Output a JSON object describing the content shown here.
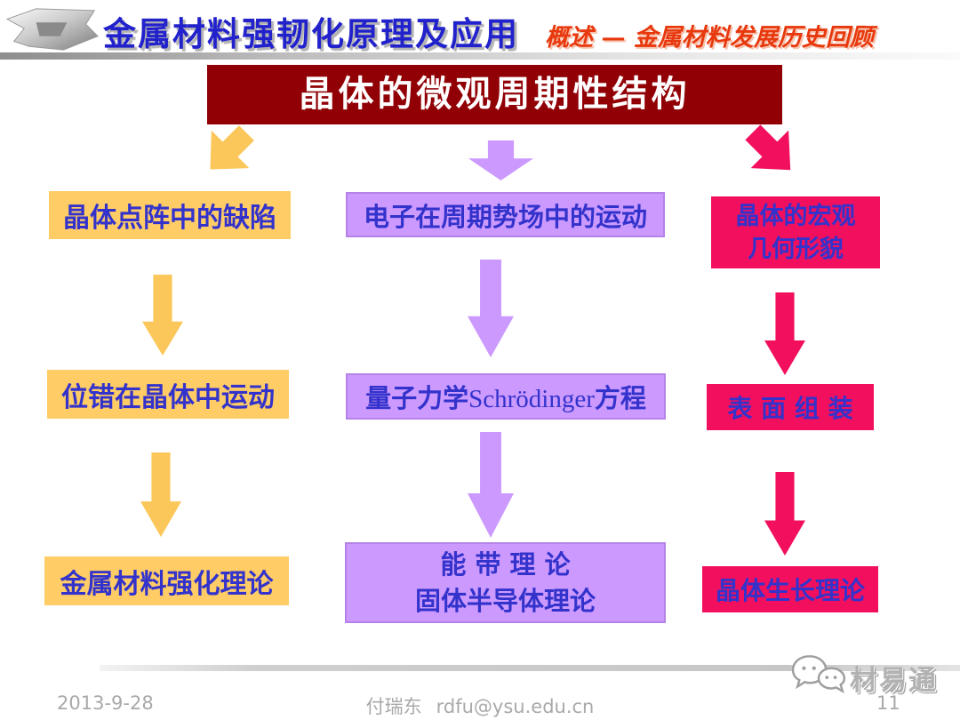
{
  "header": {
    "title": "金属材料强韧化原理及应用",
    "subtitle": "概述 — 金属材料发展历史回顾"
  },
  "banner": {
    "title": "晶体的微观周期性结构"
  },
  "flow": {
    "left": {
      "box1": "晶体点阵中的缺陷",
      "box2": "位错在晶体中运动",
      "box3": "金属材料强化理论"
    },
    "middle": {
      "box1": "电子在周期势场中的运动",
      "box2_prefix": "量子力学",
      "box2_latin": "Schrödinger",
      "box2_suffix": "方程",
      "box3_line1": "能 带 理 论",
      "box3_line2": "固体半导体理论"
    },
    "right": {
      "box1_line1": "晶体的宏观",
      "box1_line2": "几何形貌",
      "box2": "表 面 组 装",
      "box3": "晶体生长理论"
    }
  },
  "footer": {
    "date": "2013-9-28",
    "author": "付瑞东",
    "email": "rdfu@ysu.edu.cn",
    "page": "11",
    "watermark": "材易通"
  },
  "colors": {
    "banner_maroon": "#910005",
    "box_orange": "#ffcc66",
    "box_purple": "#cc99fe",
    "box_pink": "#f2105e",
    "arrow_orange": "#fbc75a",
    "box_text_blue": "#3333cc",
    "header_blue": "#2222cc",
    "header_red": "#e8380d",
    "footer_gray": "#a9a9a9"
  }
}
